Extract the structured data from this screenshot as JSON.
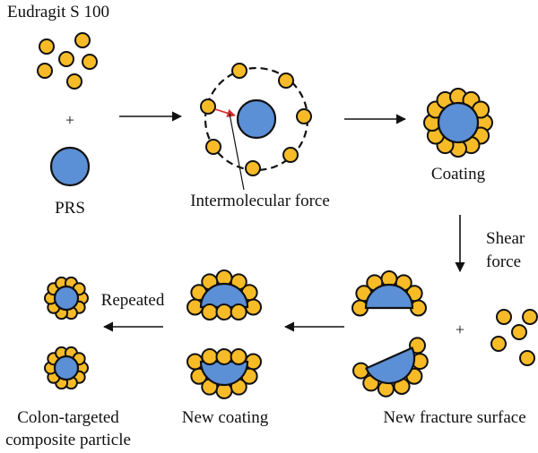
{
  "labels": {
    "polymer": "Eudragit S 100",
    "core": "PRS",
    "plus": "+",
    "force": "Intermolecular force",
    "coating": "Coating",
    "shear_line1": "Shear",
    "shear_line2": "force",
    "fracture": "New fracture surface",
    "new_coating": "New coating",
    "repeated": "Repeated",
    "product_line1": "Colon-targeted",
    "product_line2": "composite particle"
  },
  "colors": {
    "core_fill": "#5b8fd6",
    "coat_fill": "#f6bb27",
    "outline": "#111111",
    "force_arrow": "#d62a2a",
    "background": "#ffffff"
  }
}
